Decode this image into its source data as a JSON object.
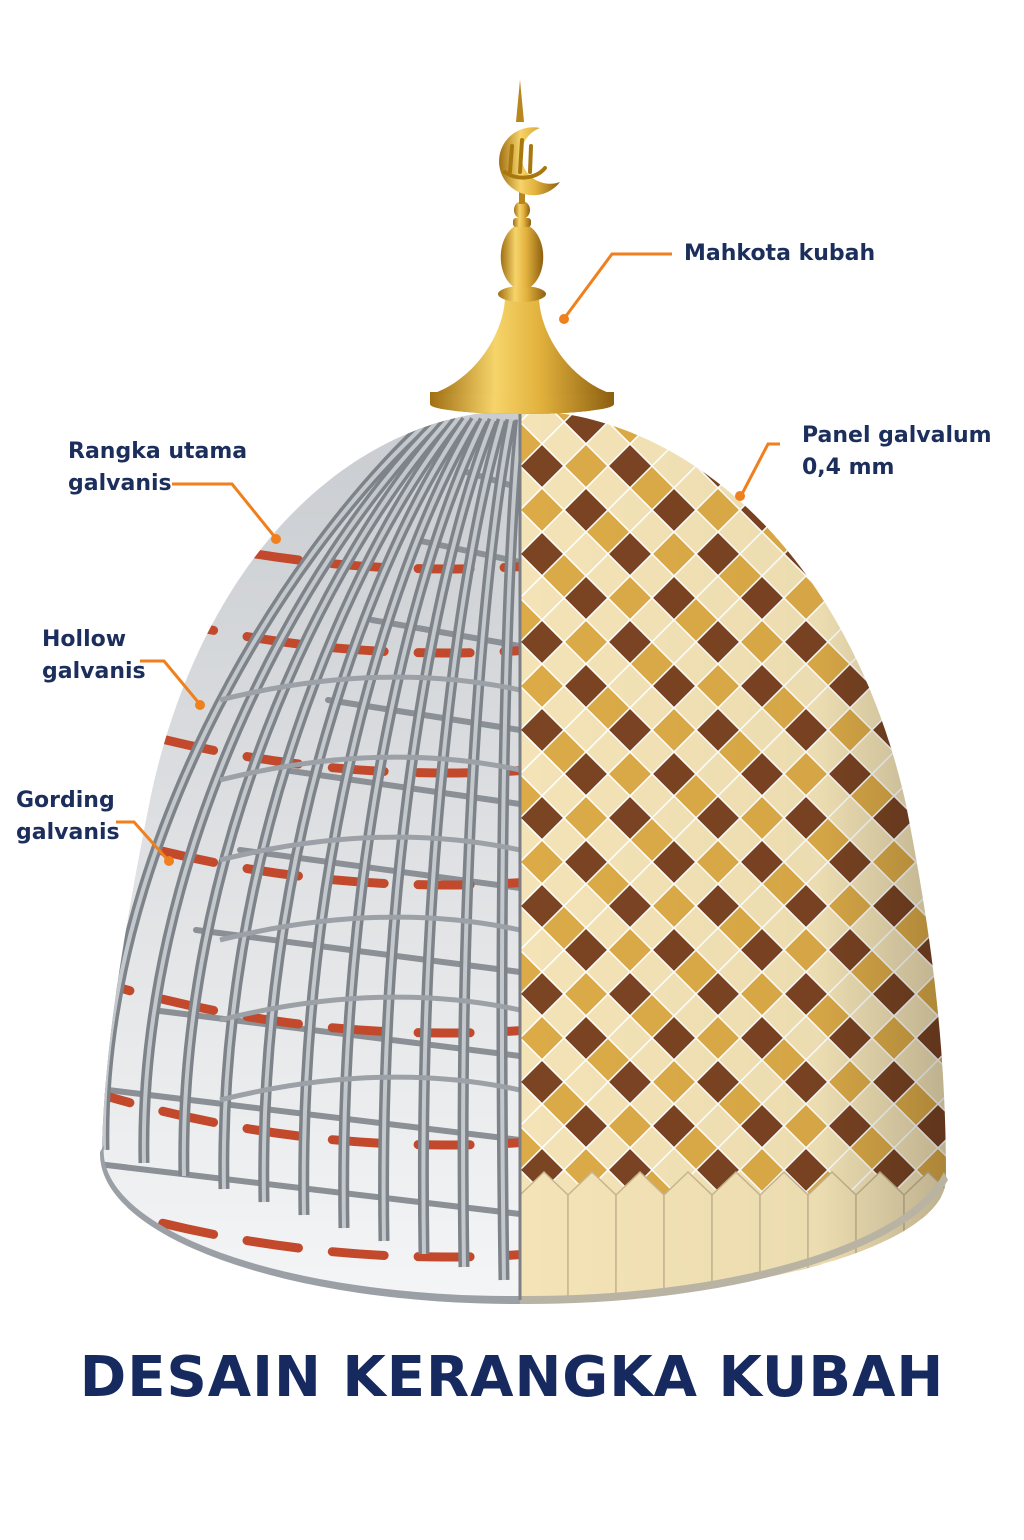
{
  "title": "DESAIN KERANGKA KUBAH",
  "labels": {
    "mahkota": [
      "Mahkota kubah"
    ],
    "panel": [
      "Panel galvalum",
      "0,4 mm"
    ],
    "rangka": [
      "Rangka utama",
      "galvanis"
    ],
    "hollow": [
      "Hollow",
      "galvanis"
    ],
    "gording": [
      "Gording",
      "galvanis"
    ]
  },
  "colors": {
    "text": "#1c2f5c",
    "leader": "#f07f1e",
    "gold": "#d7a63b",
    "steel": "#8a9096",
    "gording": "#c2492b",
    "tile_cream": "#f3e3b6",
    "tile_brown": "#7b4423",
    "tile_gold": "#dcab48"
  },
  "icons": [
    "crescent-allah-finial-icon"
  ]
}
